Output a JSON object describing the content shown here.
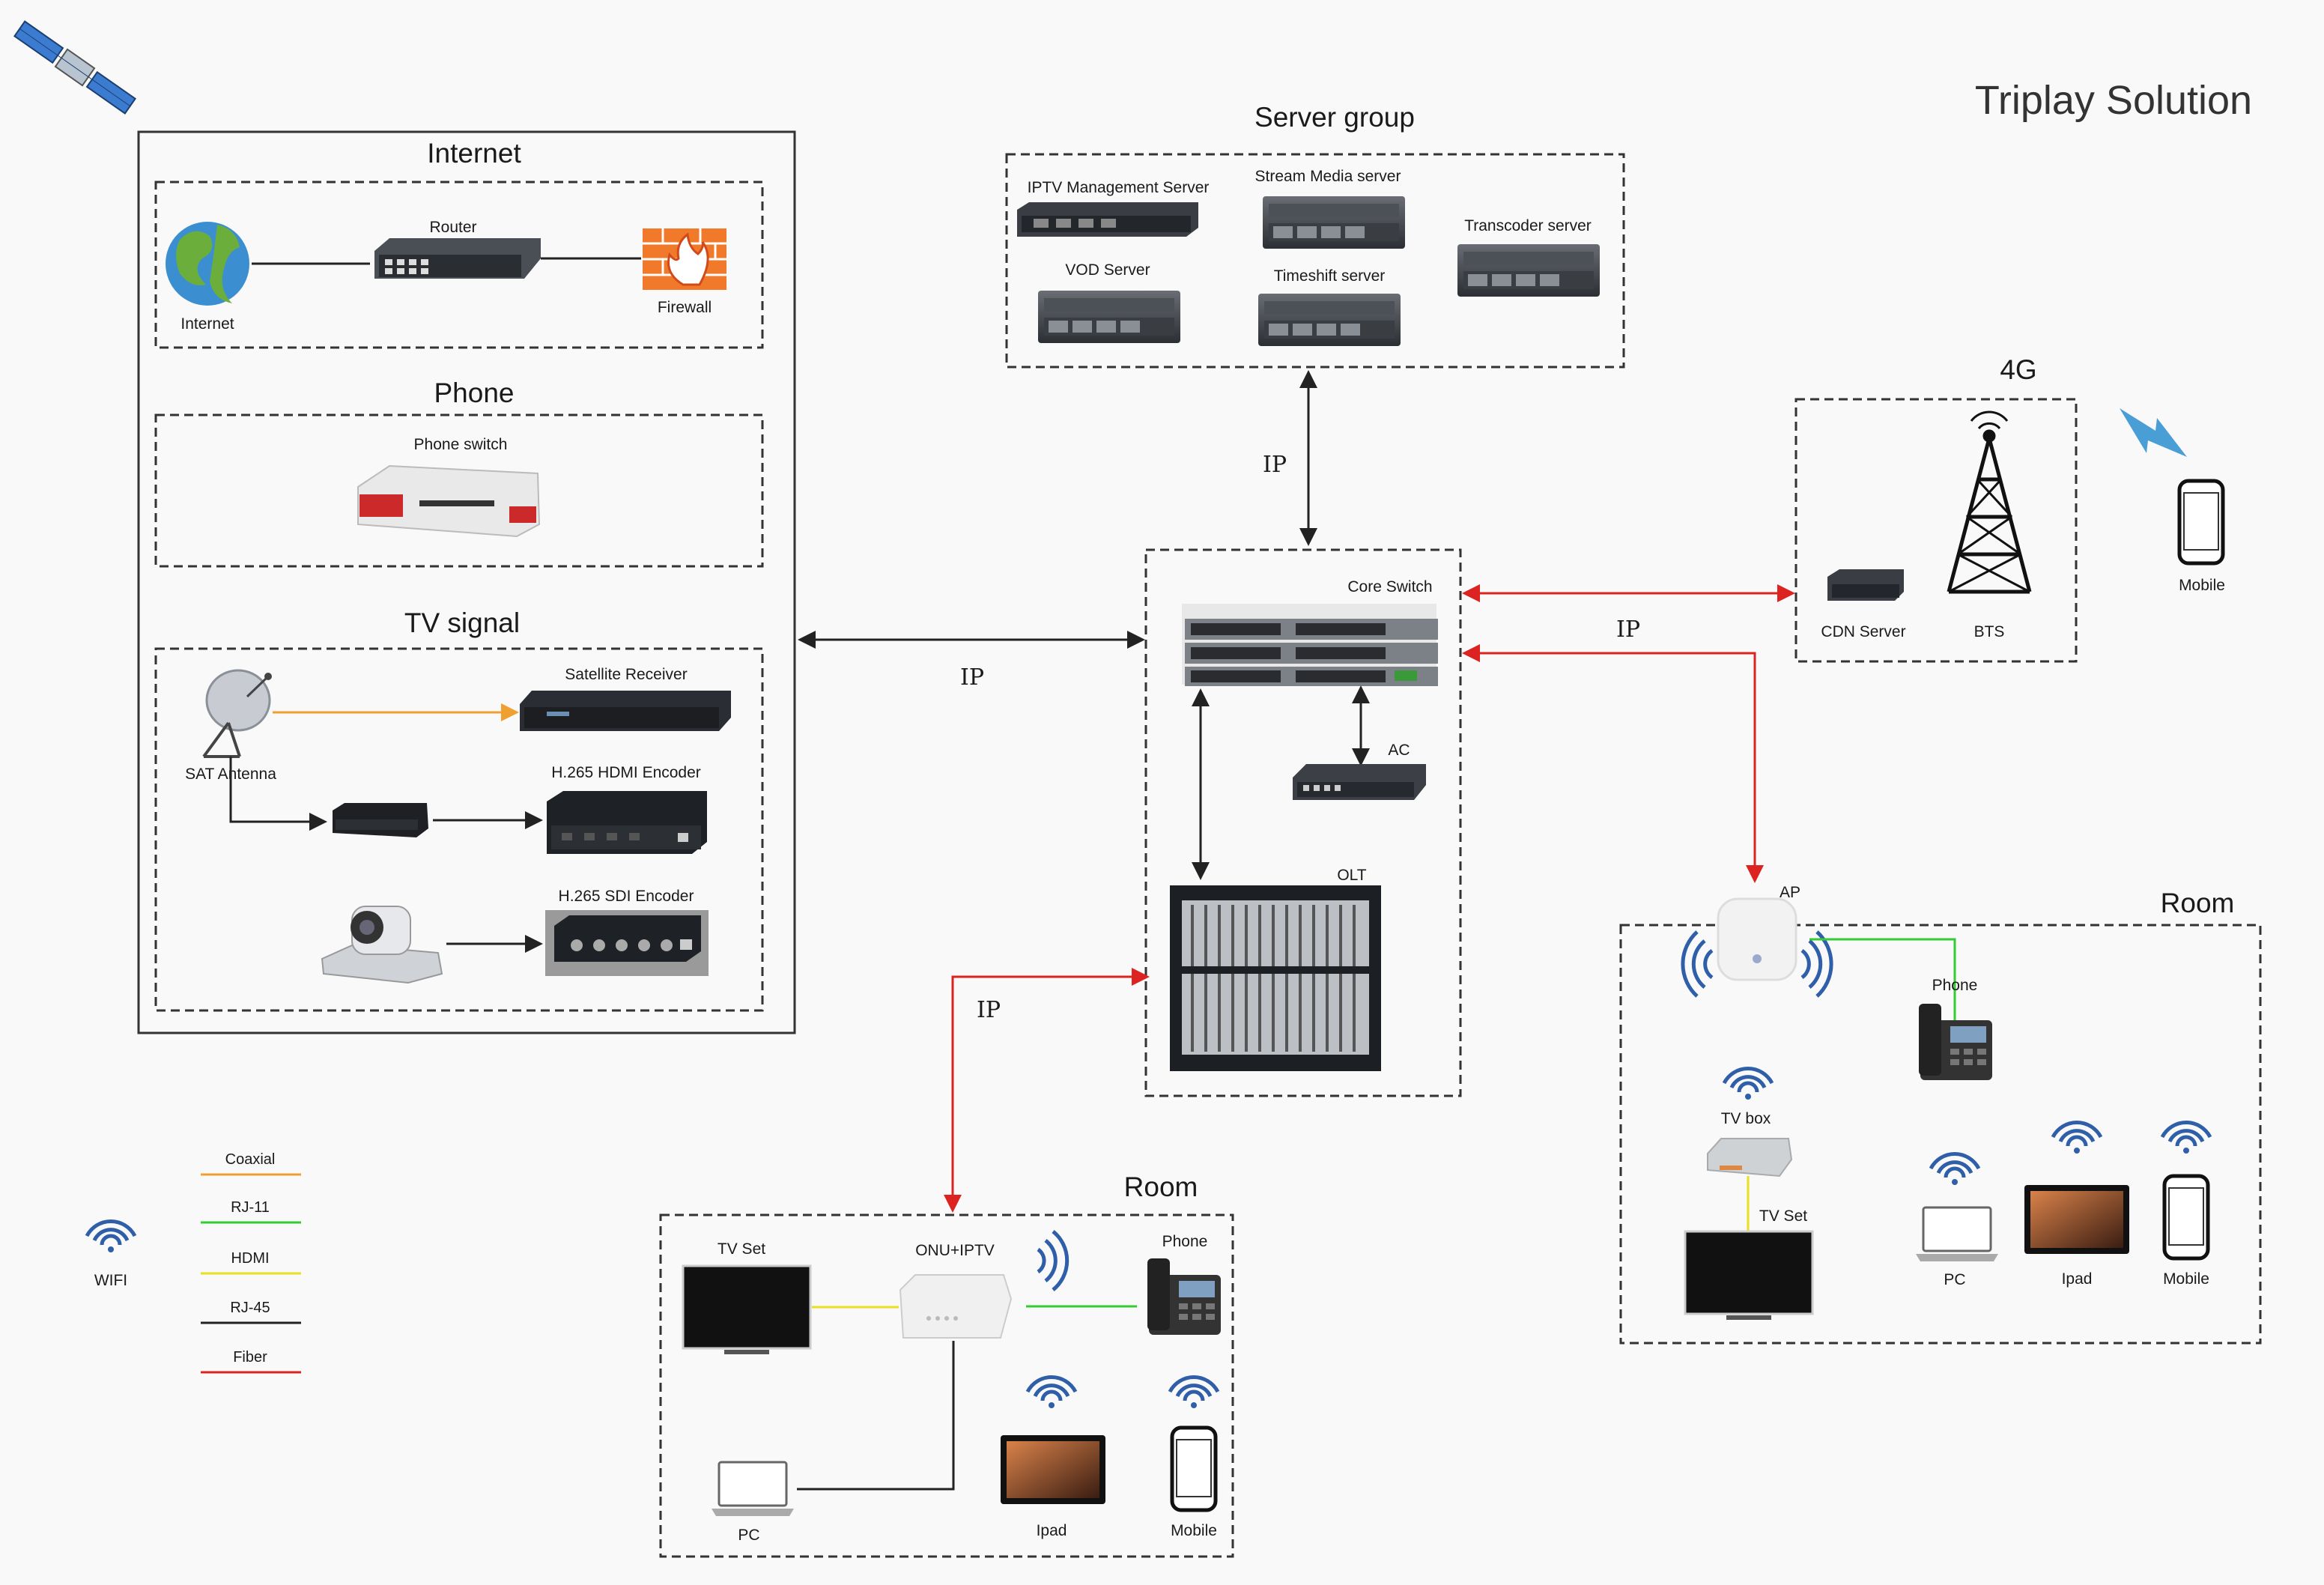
{
  "title": "Triplay Solution",
  "groups": {
    "internet": "Internet",
    "phone": "Phone",
    "tv_signal": "TV signal",
    "server_group": "Server group",
    "g4": "4G",
    "room_bottom": "Room",
    "room_right": "Room"
  },
  "nodes": {
    "internet_globe": "Internet",
    "router": "Router",
    "firewall": "Firewall",
    "phone_switch": "Phone switch",
    "sat_receiver": "Satellite Receiver",
    "sat_antenna": "SAT Antenna",
    "hdmi_encoder": "H.265 HDMI Encoder",
    "sdi_encoder": "H.265 SDI Encoder",
    "iptv_mgmt": "IPTV Management Server",
    "stream_media": "Stream Media server",
    "transcoder": "Transcoder server",
    "vod": "VOD Server",
    "timeshift": "Timeshift server",
    "core_switch": "Core Switch",
    "ac": "AC",
    "olt": "OLT",
    "cdn": "CDN Server",
    "bts": "BTS",
    "mobile_4g": "Mobile",
    "ap": "AP",
    "r_phone": "Phone",
    "r_tvbox": "TV box",
    "r_tvset": "TV Set",
    "r_pc": "PC",
    "r_ipad": "Ipad",
    "r_mobile": "Mobile",
    "b_tvset": "TV Set",
    "b_onu": "ONU+IPTV",
    "b_phone": "Phone",
    "b_pc": "PC",
    "b_ipad": "Ipad",
    "b_mobile": "Mobile"
  },
  "links": {
    "ip_internet": "IP",
    "ip_server": "IP",
    "ip_4g": "IP",
    "ip_olt": "IP"
  },
  "legend": [
    {
      "label": "Coaxial",
      "color": "#f0a030"
    },
    {
      "label": "RJ-11",
      "color": "#33cc33"
    },
    {
      "label": "HDMI",
      "color": "#e8e020"
    },
    {
      "label": "RJ-45",
      "color": "#222222"
    },
    {
      "label": "Fiber",
      "color": "#dd2222"
    }
  ],
  "wifi_legend": "WIFI",
  "colors": {
    "fiber": "#dd2222",
    "coaxial": "#f0a030",
    "rj11": "#33cc33",
    "hdmi": "#e8e020",
    "rj45": "#222222",
    "wifi": "#2f5fa8",
    "lightning": "#4a9ed6"
  }
}
